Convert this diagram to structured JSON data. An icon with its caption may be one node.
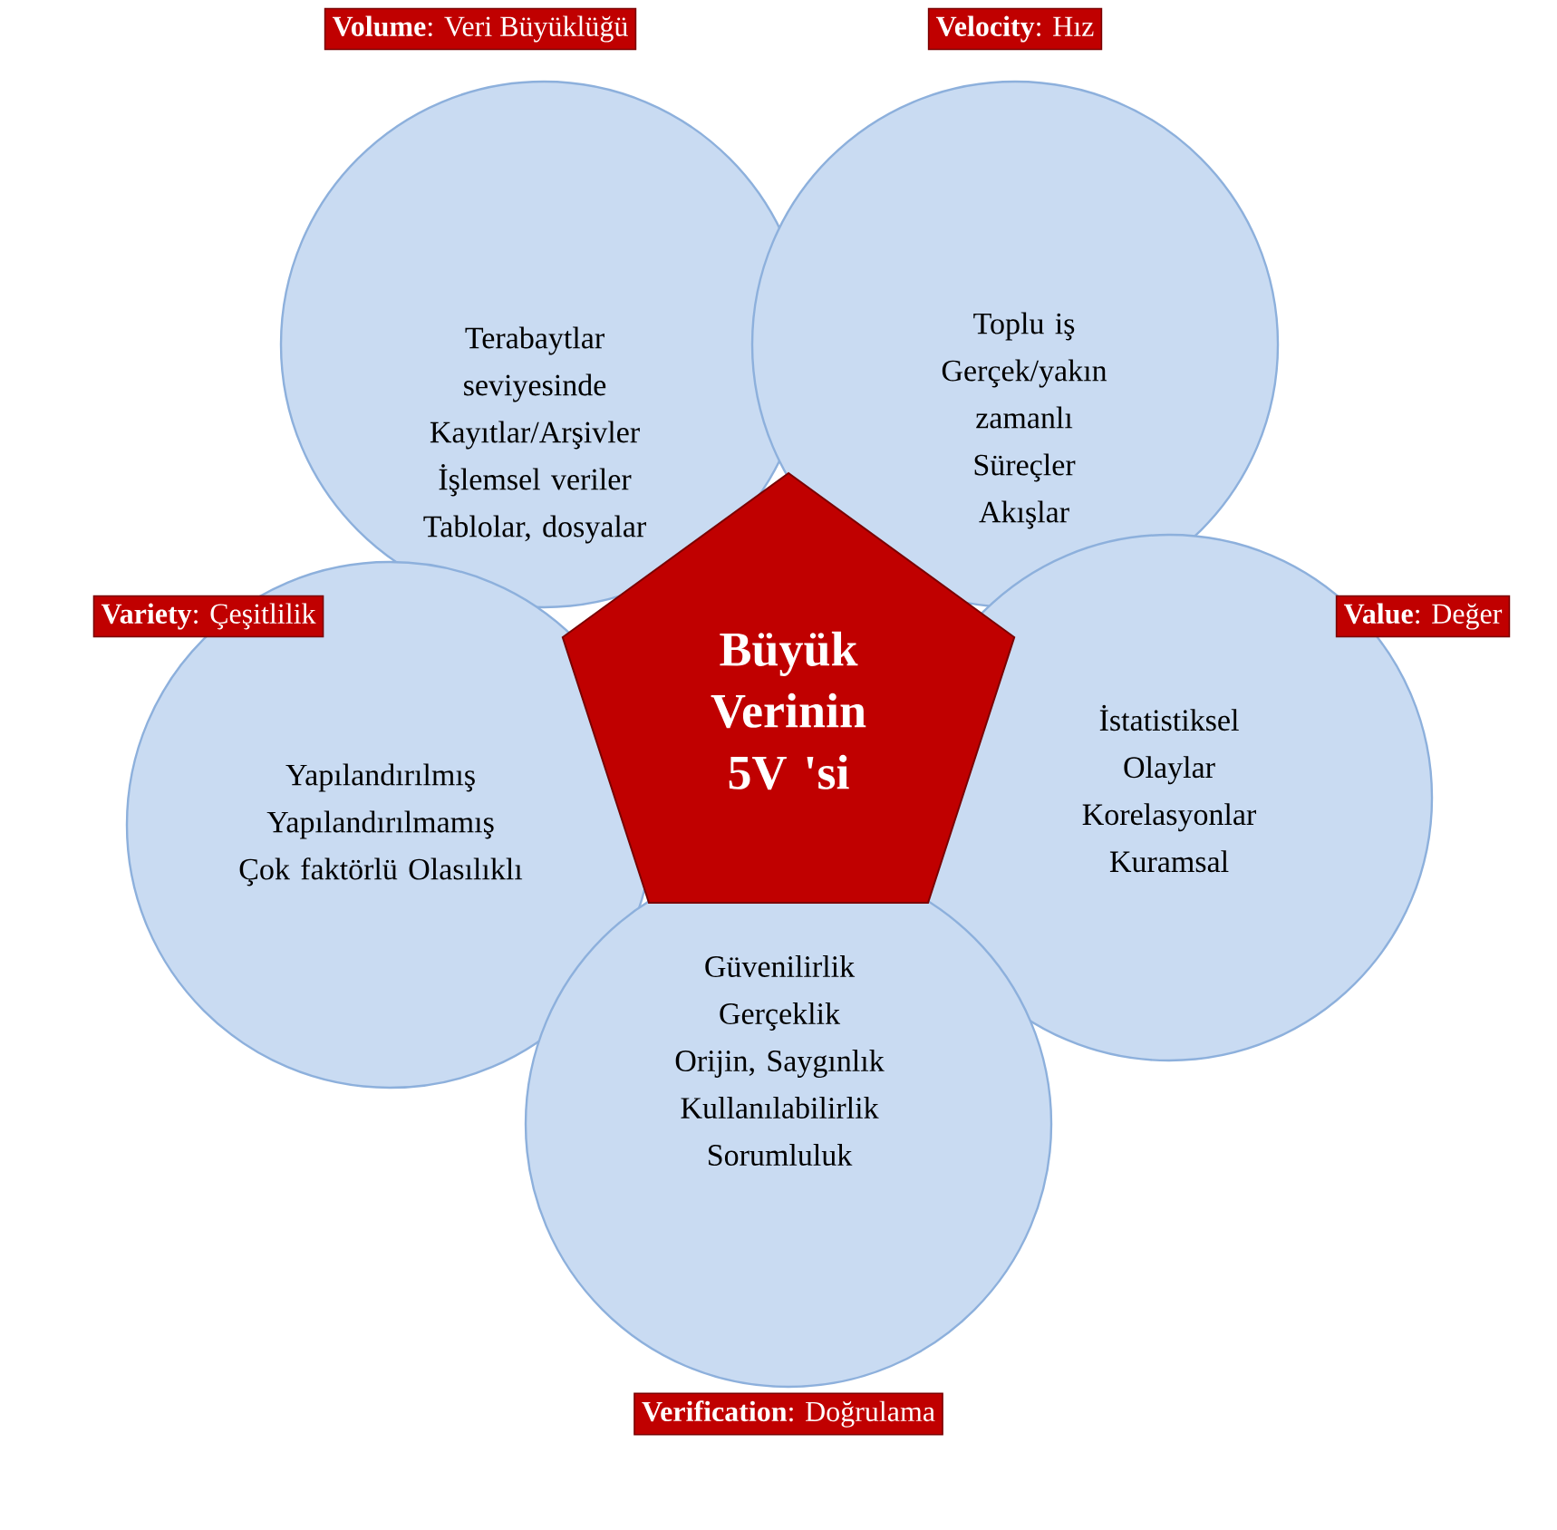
{
  "diagram": {
    "nodes": [
      {
        "text": [
          "**Volume**: Veri Büyüklüğü",
          "Terabaytlar seviyesinde Kayıtlar/Arşivler İşlemsel veriler Tablolar, dosyalar"
        ]
      },
      {
        "text": [
          "**Velocity**: Hız",
          "Toplu iş Gerçek/yakın zamanlı Süreçler Akışlar"
        ]
      },
      {
        "text": [
          "**Variety**: Çeşitlilik",
          "Yapılandırılmış Yapılandırılmamış Çok faktörlü Olasılıklı"
        ]
      },
      {
        "text": [
          "Büyük Verinin 5V 'si"
        ]
      },
      {
        "text": [
          "**Value**: Değer",
          "İstatistiksel Olaylar Korelasyonlar Kuramsal"
        ]
      },
      {
        "text": [
          "Güvenilirlik Gerçeklik Orijin, Saygınlık Kullanılabilirlik Sorumluluk",
          "**Verification**: Doğrulama"
        ]
      }
    ]
  }
}
